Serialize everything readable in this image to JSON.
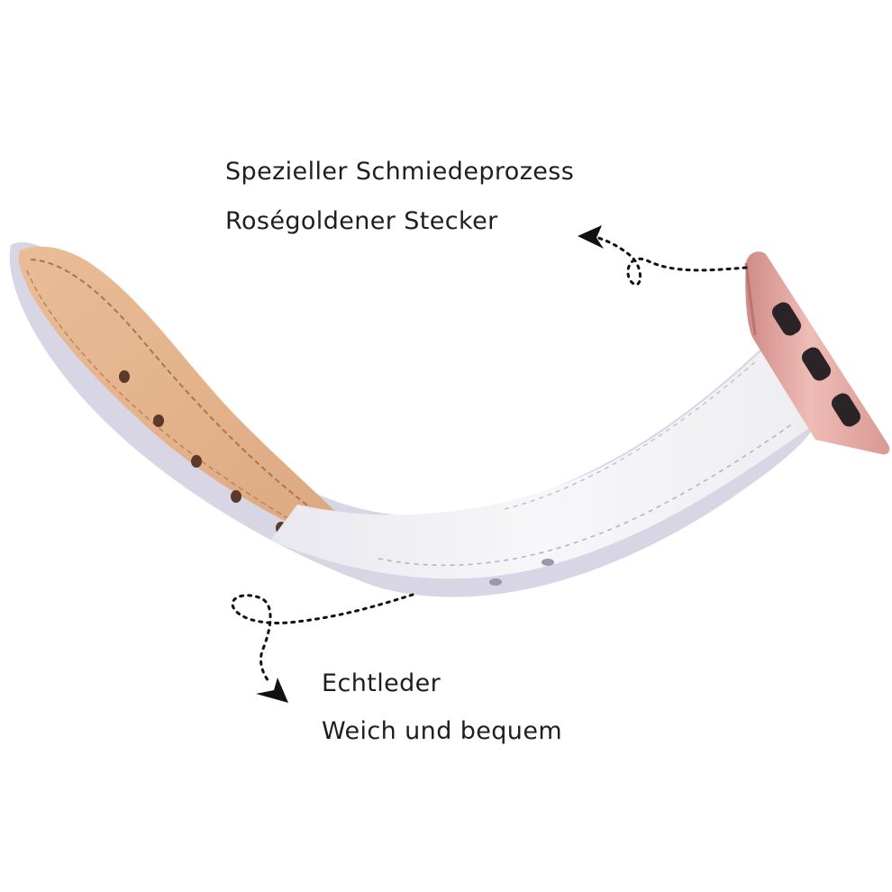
{
  "callouts": {
    "connector": {
      "line1": "Spezieller Schmiedeprozess",
      "line2": "Roségoldener Stecker"
    },
    "leather": {
      "line1": "Echtleder",
      "line2": "Weich und bequem"
    }
  },
  "colors": {
    "background": "#ffffff",
    "strap_white": "#f3f3f6",
    "strap_edge": "#cdcbdd",
    "leather_underside": "#e7b992",
    "connector_rose_gold": "#e3a6a0",
    "connector_slot": "#2a2426",
    "arrow": "#111111",
    "text": "#1e1e1e"
  },
  "icons": {
    "connector_arrow": "arrow-left-icon",
    "leather_arrow": "arrow-down-icon"
  }
}
